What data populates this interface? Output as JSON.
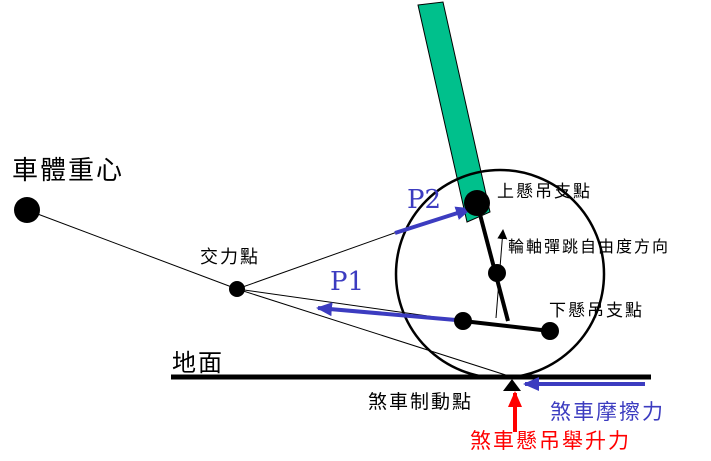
{
  "labels": {
    "body_cg": "車體重心",
    "instant_center": "交力點",
    "upper_mount": "上懸吊支點",
    "wheel_travel": "輪軸彈跳自由度方向",
    "lower_mount": "下懸吊支點",
    "ground": "地面",
    "brake_point": "煞車制動點",
    "brake_friction": "煞車摩擦力",
    "anti_lift": "煞車懸吊舉升力",
    "p1": "P1",
    "p2": "P2"
  },
  "colors": {
    "strut": "#00c08c",
    "blue_force": "#3c3cc0",
    "red_force": "#ff0000",
    "line": "#000000"
  }
}
